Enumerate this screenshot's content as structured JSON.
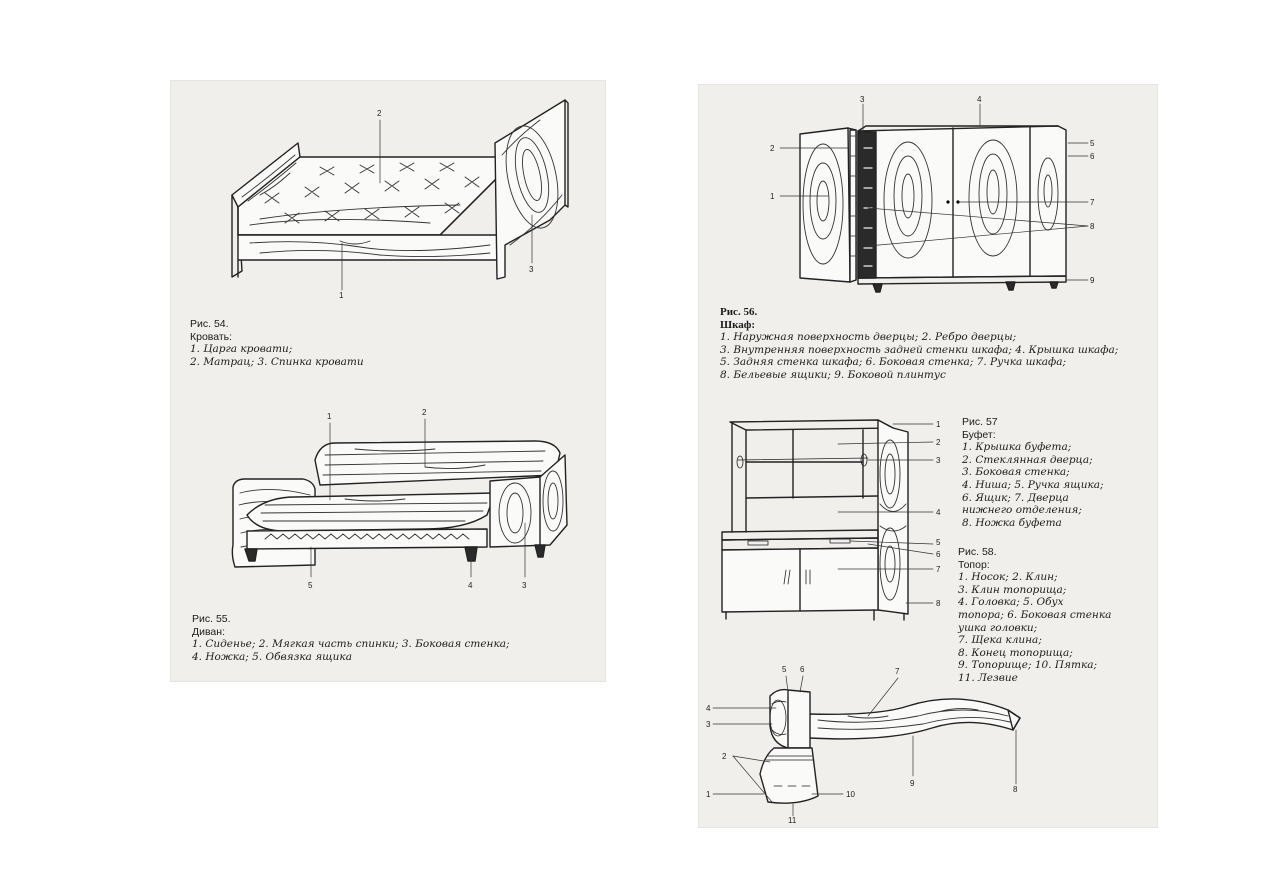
{
  "fig54": {
    "title": "Рис. 54.",
    "name": "Кровать:",
    "lines": [
      "1. Царга кровати;",
      "2. Матрац; 3. Спинка кровати"
    ],
    "labels": [
      "1",
      "2",
      "3"
    ]
  },
  "fig55": {
    "title": "Рис. 55.",
    "name": "Диван:",
    "lines": [
      "1. Сиденье; 2. Мягкая часть спинки; 3. Боковая стенка;",
      "4. Ножка; 5. Обвязка ящика"
    ],
    "labels": [
      "1",
      "2",
      "3",
      "4",
      "5"
    ]
  },
  "fig56": {
    "title": "Рис. 56.",
    "name": "Шкаф:",
    "lines": [
      "1. Наружная поверхность дверцы; 2. Ребро дверцы;",
      "3. Внутренняя поверхность задней стенки шкафа; 4. Крышка шкафа;",
      "5. Задняя стенка шкафа; 6. Боковая стенка; 7. Ручка шкафа;",
      "8. Бельевые ящики; 9. Боковой плинтус"
    ],
    "labels": [
      "1",
      "2",
      "3",
      "4",
      "5",
      "6",
      "7",
      "8",
      "9"
    ]
  },
  "fig57": {
    "title": "Рис. 57",
    "name": "Буфет:",
    "lines": [
      "1. Крышка буфета;",
      "2.    Стеклянная    дверца;",
      "3. Боковая стенка;",
      "4. Ниша; 5. Ручка ящика;",
      "6. Ящик; 7. Дверца",
      "нижнего отделения;",
      "8. Ножка буфета"
    ],
    "labels": [
      "1",
      "2",
      "3",
      "4",
      "5",
      "6",
      "7",
      "8"
    ]
  },
  "fig58": {
    "title": "Рис. 58.",
    "name": "Топор:",
    "lines": [
      "1. Носок; 2. Клин;",
      "3. Клин топорища;",
      "4. Головка; 5. Обух",
      "топора; 6. Боковая стенка",
      "ушка головки;",
      "7. Щека клина;",
      "8. Конец топорища;",
      "9. Топорище; 10. Пятка;",
      "11. Лезвие"
    ],
    "labels": [
      "1",
      "2",
      "3",
      "4",
      "5",
      "6",
      "7",
      "8",
      "9",
      "10",
      "11"
    ]
  }
}
